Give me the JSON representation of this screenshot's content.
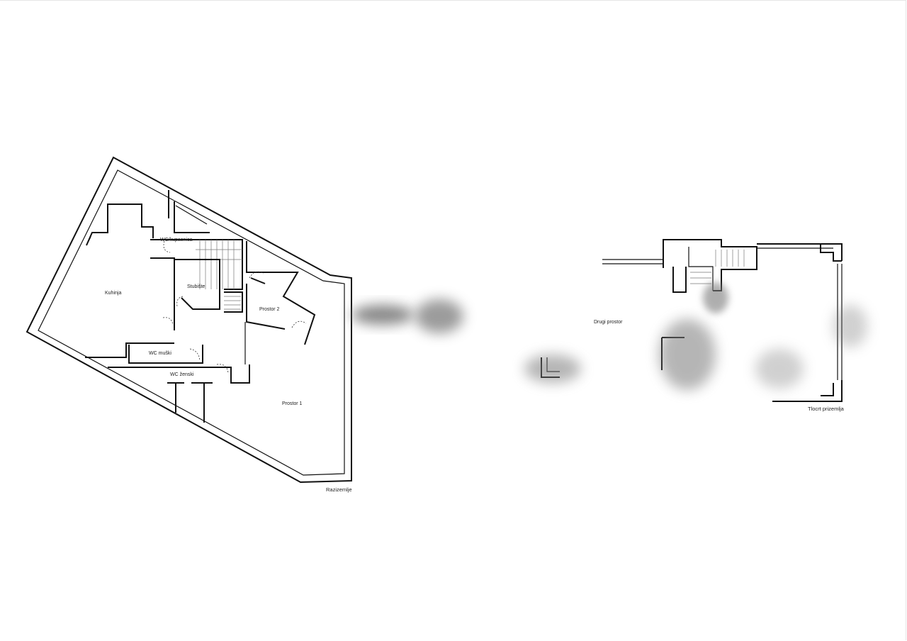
{
  "plans": [
    {
      "caption": "Razizemlje",
      "rooms": {
        "kuhinja": "Kuhinja",
        "wc_kupaonica": "WC/kupaonica",
        "stubiste": "Stubište",
        "prostor_2": "Prostor 2",
        "wc_muski": "WC muški",
        "wc_zenski": "WC ženski",
        "prostor_1": "Prostor 1"
      }
    },
    {
      "caption": "Tlocrt prizemlja",
      "rooms": {
        "drugi_prostor": "Drugi prostor"
      }
    }
  ]
}
